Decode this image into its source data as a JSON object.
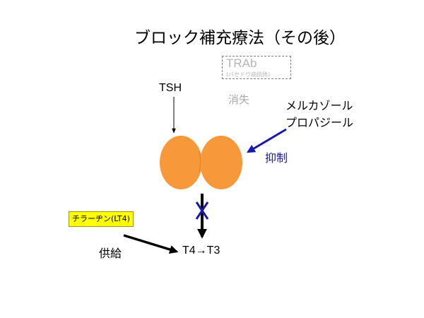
{
  "title": "ブロック補充療法（その後）",
  "trab": {
    "label": "TRAb",
    "sublabel": "(バセドウ病抗体)",
    "status": "消失"
  },
  "tsh": "TSH",
  "drugs": {
    "line1": "メルカゾール",
    "line2": "プロパジール",
    "effect": "抑制"
  },
  "supplement": {
    "name": "チラーヂン(LT4)",
    "action": "供給"
  },
  "output": "T4→T3",
  "colors": {
    "thyroid": "#f7993a",
    "inhibit": "#1a1aa8",
    "highlight": "#ffff00",
    "faded": "#b5b5b5"
  },
  "icons": {
    "thyroid": "thyroid-gland-icon",
    "block": "cross-icon"
  }
}
